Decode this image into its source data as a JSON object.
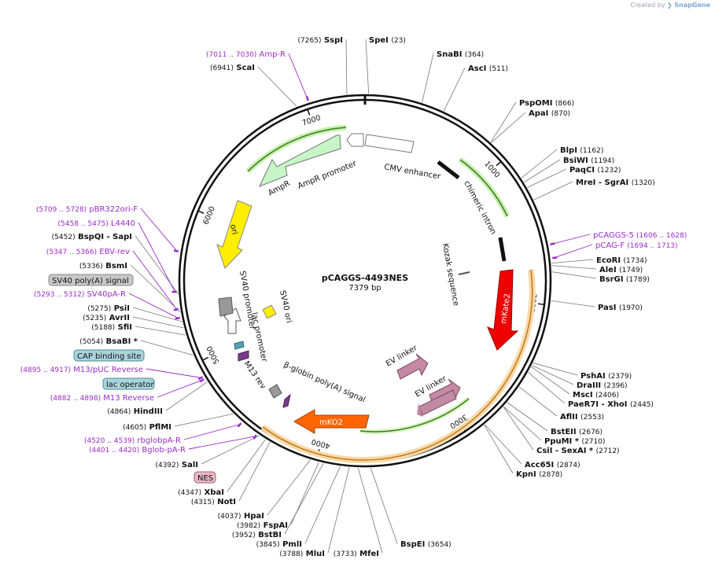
{
  "watermark": {
    "prefix": "Created by",
    "brand": "SnapGene"
  },
  "plasmid": {
    "name": "pCAGGS-4493NES",
    "length_label": "7379 bp",
    "length": 7379
  },
  "ticks": [
    "1000",
    "2000",
    "3000",
    "4000",
    "5000",
    "6000",
    "7000"
  ],
  "sites": [
    {
      "name": "SpeI",
      "pos": "23"
    },
    {
      "name": "SnaBI",
      "pos": "364"
    },
    {
      "name": "AscI",
      "pos": "511"
    },
    {
      "name": "PspOMI",
      "pos": "866"
    },
    {
      "name": "ApaI",
      "pos": "870"
    },
    {
      "name": "BlpI",
      "pos": "1162"
    },
    {
      "name": "BsiWI",
      "pos": "1194"
    },
    {
      "name": "PaqCI",
      "pos": "1232"
    },
    {
      "name": "MreI - SgrAI",
      "pos": "1320"
    },
    {
      "name": "EcoRI",
      "pos": "1734"
    },
    {
      "name": "AleI",
      "pos": "1749"
    },
    {
      "name": "BsrGI",
      "pos": "1789"
    },
    {
      "name": "PasI",
      "pos": "1970"
    },
    {
      "name": "PshAI",
      "pos": "2379"
    },
    {
      "name": "DraIII",
      "pos": "2396"
    },
    {
      "name": "MscI",
      "pos": "2406"
    },
    {
      "name": "PaeR7I - XhoI",
      "pos": "2445"
    },
    {
      "name": "AflII",
      "pos": "2553"
    },
    {
      "name": "BstEII",
      "pos": "2676"
    },
    {
      "name": "PpuMI *",
      "pos": "2710"
    },
    {
      "name": "CsiI - SexAI *",
      "pos": "2712"
    },
    {
      "name": "Acc65I",
      "pos": "2874"
    },
    {
      "name": "KpnI",
      "pos": "2878"
    },
    {
      "name": "BspEI",
      "pos": "3654"
    },
    {
      "name": "MfeI",
      "pos": "3733"
    },
    {
      "name": "MluI",
      "pos": "3788"
    },
    {
      "name": "PmlI",
      "pos": "3845"
    },
    {
      "name": "BstBI",
      "pos": "3952"
    },
    {
      "name": "FspAI",
      "pos": "3982"
    },
    {
      "name": "HpaI",
      "pos": "4037"
    },
    {
      "name": "NotI",
      "pos": "4315"
    },
    {
      "name": "XbaI",
      "pos": "4347"
    },
    {
      "name": "SalI",
      "pos": "4392"
    },
    {
      "name": "PflMI",
      "pos": "4605"
    },
    {
      "name": "HindIII",
      "pos": "4864"
    },
    {
      "name": "BsaBI *",
      "pos": "5054"
    },
    {
      "name": "SfiI",
      "pos": "5188"
    },
    {
      "name": "AvrII",
      "pos": "5235"
    },
    {
      "name": "PsiI",
      "pos": "5275"
    },
    {
      "name": "BsmI",
      "pos": "5336"
    },
    {
      "name": "BspQI - SapI",
      "pos": "5452"
    },
    {
      "name": "ScaI",
      "pos": "6941"
    },
    {
      "name": "SspI",
      "pos": "7265"
    }
  ],
  "primers": [
    {
      "name": "Amp-R",
      "range": "(7011 .. 7030)"
    },
    {
      "name": "pCAGGS-5",
      "range": "(1606 .. 1628)"
    },
    {
      "name": "pCAG-F",
      "range": "(1694 .. 1713)"
    },
    {
      "name": "pBR322ori-F",
      "range": "(5709 .. 5728)"
    },
    {
      "name": "L4440",
      "range": "(5458 .. 5475)"
    },
    {
      "name": "EBV-rev",
      "range": "(5347 .. 5366)"
    },
    {
      "name": "SV40pA-R",
      "range": "(5293 .. 5312)"
    },
    {
      "name": "M13/pUC Reverse",
      "range": "(4895 .. 4917)"
    },
    {
      "name": "M13 Reverse",
      "range": "(4882 .. 4898)"
    },
    {
      "name": "rbglobpA-R",
      "range": "(4520 .. 4539)"
    },
    {
      "name": "Bglob-pA-R",
      "range": "(4401 .. 4420)"
    }
  ],
  "boxed_labels": [
    {
      "text": "SV40 poly(A) signal",
      "color": "#c8c8c8"
    },
    {
      "text": "CAP binding site",
      "color": "#a9d4dc"
    },
    {
      "text": "lac operator",
      "color": "#a9d4dc"
    },
    {
      "text": "NES",
      "color": "#e8b8c8"
    }
  ],
  "features": [
    {
      "label": "CMV enhancer",
      "color": "#ffffff"
    },
    {
      "label": "chimeric intron",
      "color": "#111111"
    },
    {
      "label": "Kozak sequence",
      "color": "#555555"
    },
    {
      "label": "mKate2",
      "color": "#ee0000"
    },
    {
      "label": "EV linker",
      "color": "#c48aa4"
    },
    {
      "label": "EV linker",
      "color": "#c48aa4"
    },
    {
      "label": "mKO2",
      "color": "#ff6600"
    },
    {
      "label": "β-globin poly(A) signal",
      "color": "#999999"
    },
    {
      "label": "M13 rev",
      "color": "#7a3b8b"
    },
    {
      "label": "lac promoter",
      "color": "#ffffff"
    },
    {
      "label": "SV40 promoter",
      "color": "#999999"
    },
    {
      "label": "SV40 ori",
      "color": "#ffee00"
    },
    {
      "label": "ori",
      "color": "#ffee00"
    },
    {
      "label": "AmpR",
      "color": "#c8f5c8"
    },
    {
      "label": "AmpR promoter",
      "color": "#ffffff"
    }
  ]
}
